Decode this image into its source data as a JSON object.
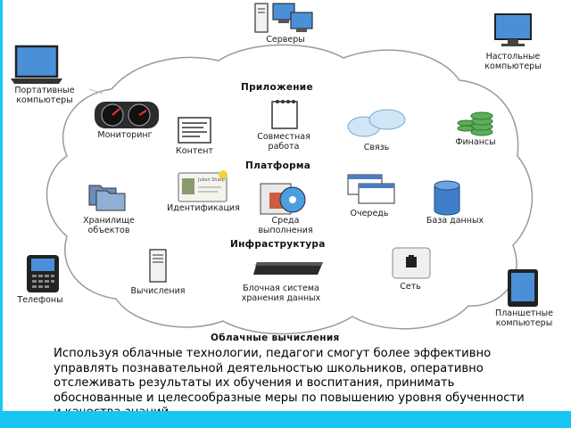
{
  "diagram": {
    "title": "Облачные вычисления",
    "sections": {
      "application": "Приложение",
      "platform": "Платформа",
      "infrastructure": "Инфраструктура"
    },
    "clients": {
      "servers": "Серверы",
      "desktops": "Настольные\nкомпьютеры",
      "laptops": "Портативные\nкомпьютеры",
      "phones": "Телефоны",
      "tablets": "Планшетные\nкомпьютеры"
    },
    "application_items": {
      "monitoring": "Мониторинг",
      "content": "Контент",
      "collaboration": "Совместная\nработа",
      "communication": "Связь",
      "finance": "Финансы"
    },
    "platform_items": {
      "object_storage": "Хранилище\nобъектов",
      "identity": "Идентификация",
      "runtime": "Среда\nвыполнения",
      "queue": "Очередь",
      "database": "База данных"
    },
    "infrastructure_items": {
      "compute": "Вычисления",
      "block_storage": "Блочная система\nхранения данных",
      "network": "Сеть"
    },
    "badge_text": "Julian Sharp"
  },
  "caption": "Используя облачные технологии, педагоги смогут более эффективно управлять познавательной деятельностью школьников, оперативно отслеживать результаты их обучения и воспитания, принимать обоснованные и целесообразные меры по повышению уровня обученности и качества знаний",
  "colors": {
    "accent": "#17c6f2",
    "cloud_outline": "#9a9a9a"
  }
}
